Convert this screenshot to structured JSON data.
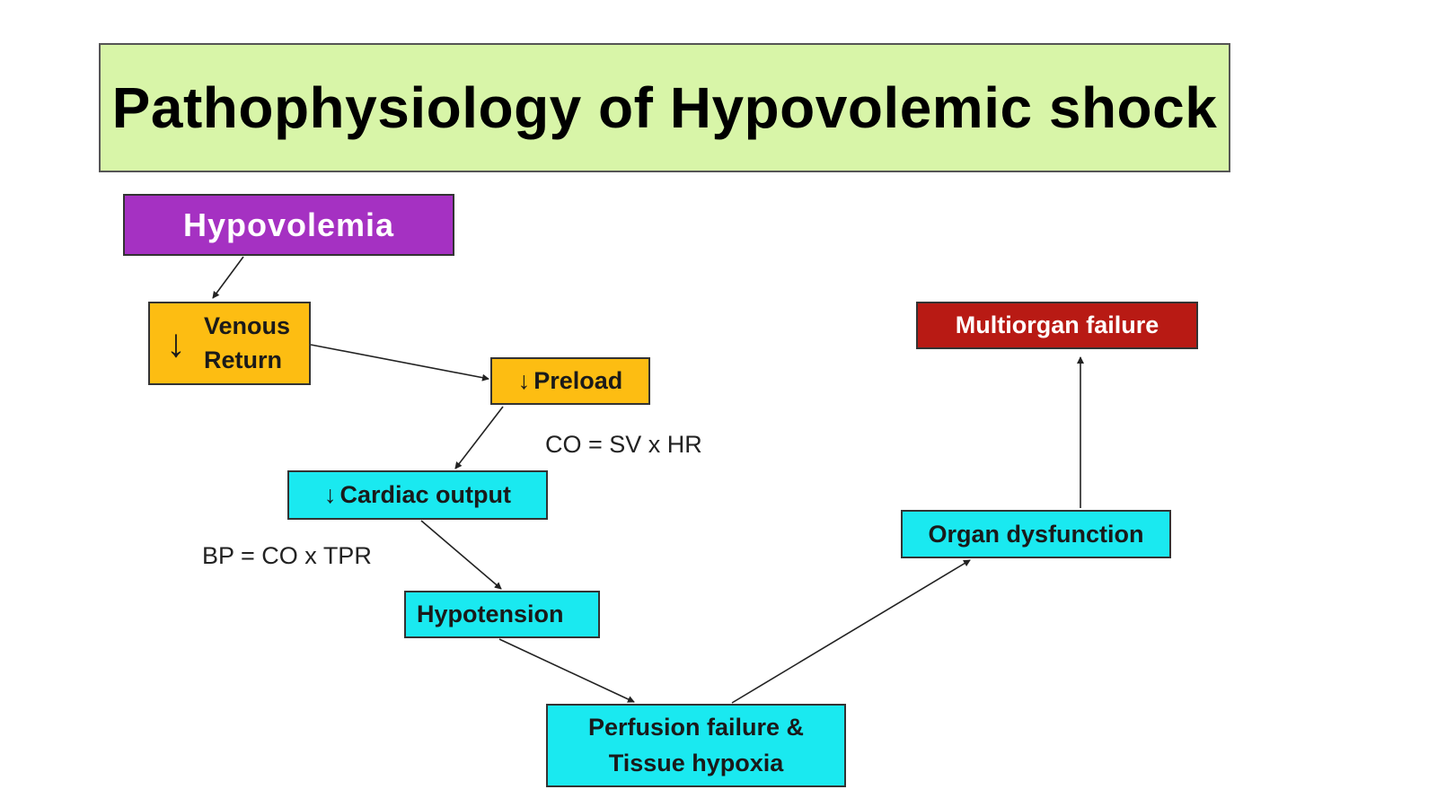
{
  "title": "Pathophysiology of Hypovolemic shock",
  "nodes": {
    "hypovolemia": "Hypovolemia",
    "venous_return": {
      "arrow": "↓",
      "line1": "Venous",
      "line2": "Return"
    },
    "preload": {
      "arrow": "↓",
      "label": "Preload"
    },
    "cardiac_output": {
      "arrow": "↓",
      "label": "Cardiac output"
    },
    "hypotension": "Hypotension",
    "perfusion": {
      "line1": "Perfusion failure &",
      "line2": "Tissue hypoxia"
    },
    "organ_dysfunction": "Organ dysfunction",
    "multiorgan_failure": "Multiorgan failure"
  },
  "formulas": {
    "co": "CO = SV x HR",
    "bp": "BP = CO x TPR"
  },
  "colors": {
    "title_bg": "#d8f5a8",
    "hypovolemia_bg": "#a531c2",
    "orange_bg": "#fdbd12",
    "cyan_bg": "#1ae9f0",
    "red_bg": "#b81a14"
  }
}
